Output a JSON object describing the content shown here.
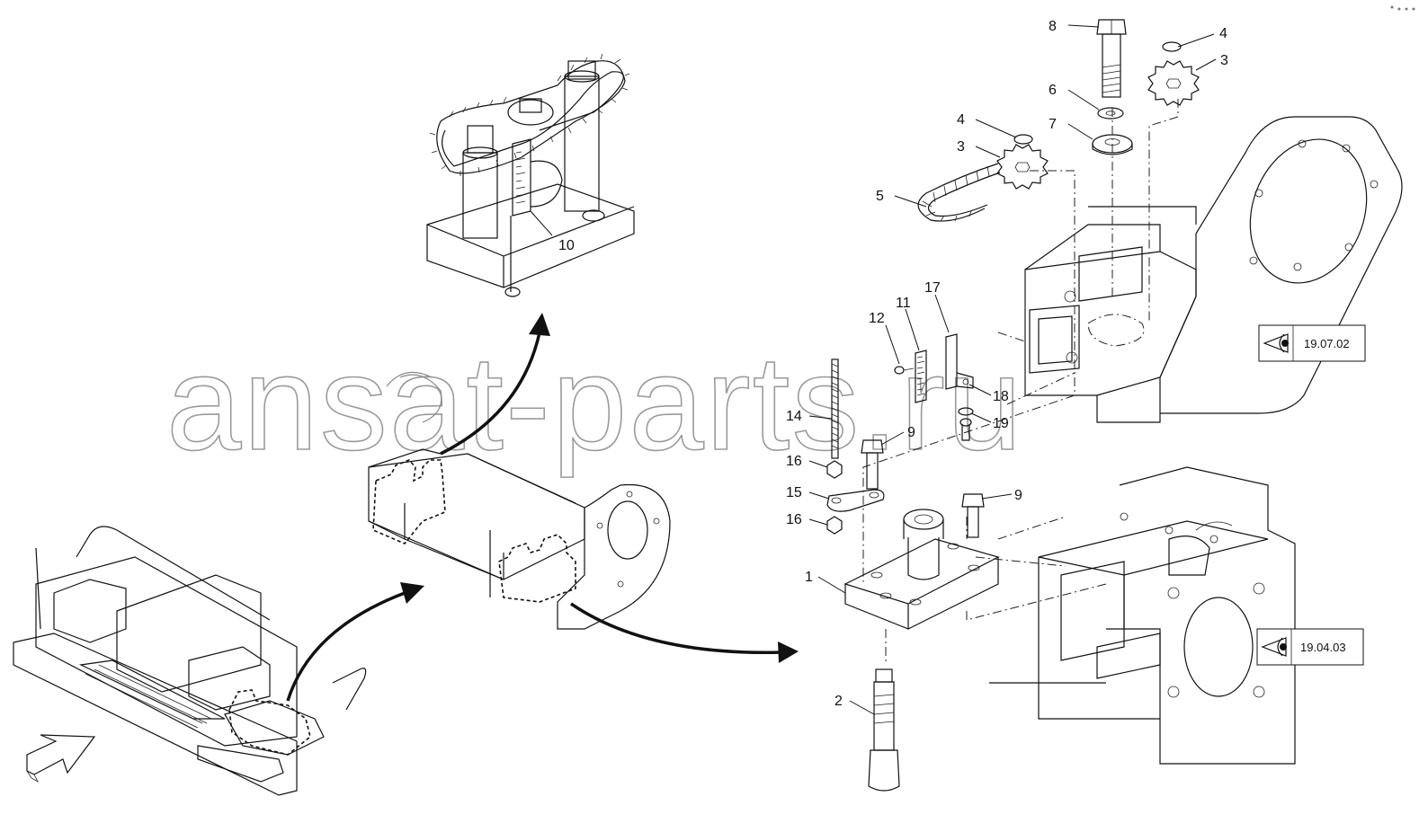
{
  "watermark": "ansat-parts.ru",
  "callouts": [
    {
      "id": "c8",
      "label": "8"
    },
    {
      "id": "c4a",
      "label": "4"
    },
    {
      "id": "c3a",
      "label": "3"
    },
    {
      "id": "c6",
      "label": "6"
    },
    {
      "id": "c7",
      "label": "7"
    },
    {
      "id": "c4b",
      "label": "4"
    },
    {
      "id": "c3b",
      "label": "3"
    },
    {
      "id": "c5",
      "label": "5"
    },
    {
      "id": "c10",
      "label": "10"
    },
    {
      "id": "c17",
      "label": "17"
    },
    {
      "id": "c11",
      "label": "11"
    },
    {
      "id": "c12",
      "label": "12"
    },
    {
      "id": "c18",
      "label": "18"
    },
    {
      "id": "c14",
      "label": "14"
    },
    {
      "id": "c19",
      "label": "19"
    },
    {
      "id": "c9a",
      "label": "9"
    },
    {
      "id": "c16a",
      "label": "16"
    },
    {
      "id": "c15",
      "label": "15"
    },
    {
      "id": "c9b",
      "label": "9"
    },
    {
      "id": "c16b",
      "label": "16"
    },
    {
      "id": "c1",
      "label": "1"
    },
    {
      "id": "c2",
      "label": "2"
    }
  ],
  "references": [
    {
      "id": "ref-19-07-02",
      "code": "19.07.02",
      "icon": "eye-icon"
    },
    {
      "id": "ref-19-04-03",
      "code": "19.04.03",
      "icon": "eye-icon"
    }
  ]
}
